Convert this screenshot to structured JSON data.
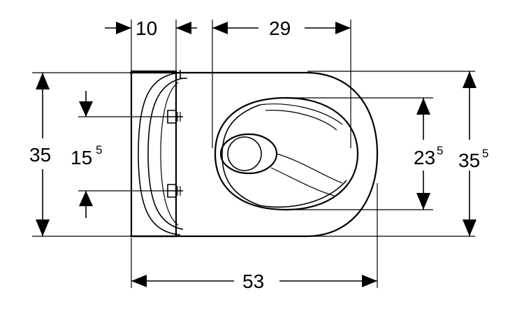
{
  "diagram": {
    "dimensions": {
      "top_left_width": "10",
      "top_bowl_opening": "29",
      "total_length": "53",
      "left_height": "35",
      "fixing_distance_main": "15",
      "fixing_distance_sup": "5",
      "bowl_opening_height_main": "23",
      "bowl_opening_height_sup": "5",
      "total_height_main": "35",
      "total_height_sup": "5"
    },
    "colors": {
      "line": "#000000",
      "background": "#ffffff"
    }
  }
}
